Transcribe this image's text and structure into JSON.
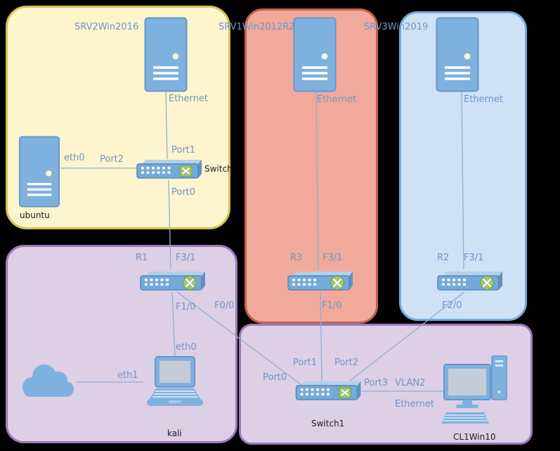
{
  "nodes": {
    "srv2": {
      "name": "SRV2Win2016",
      "iface_ethernet": "Ethernet"
    },
    "srv1": {
      "name": "SRV1Win2012R2",
      "iface_ethernet": "Ethernet"
    },
    "srv3": {
      "name": "SRV3Win2019",
      "iface_ethernet": "Ethernet"
    },
    "ubuntu": {
      "name": "ubuntu",
      "iface_eth0": "eth0"
    },
    "switch0": {
      "name": "Switch",
      "port0": "Port0",
      "port1": "Port1",
      "port2": "Port2"
    },
    "r1": {
      "name": "R1",
      "iface_f3_1": "F3/1",
      "iface_f1_0": "F1/0",
      "iface_f0_0": "F0/0"
    },
    "r3": {
      "name": "R3",
      "iface_f3_1": "F3/1",
      "iface_f1_0": "F1/0"
    },
    "r2": {
      "name": "R2",
      "iface_f3_1": "F3/1",
      "iface_f2_0": "F2/0"
    },
    "kali": {
      "name": "kali",
      "iface_eth0": "eth0",
      "iface_eth1": "eth1"
    },
    "switch1": {
      "name": "Switch1",
      "port0": "Port0",
      "port1": "Port1",
      "port2": "Port2",
      "port3": "Port3"
    },
    "cl1": {
      "name": "CL1Win10",
      "iface_vlan2": "VLAN2",
      "iface_ethernet": "Ethernet"
    }
  },
  "colors": {
    "background": "#000000",
    "zone_yellow_fill": "#fcf5cd",
    "zone_yellow_border": "#d9c050",
    "zone_red_fill": "#f0a99b",
    "zone_red_border": "#c3604c",
    "zone_blue_fill": "#cfe1f5",
    "zone_blue_border": "#78a9db",
    "zone_purple_fill": "#dccfe6",
    "zone_purple_border": "#9a7ab8",
    "device_blue": "#7fb1de",
    "device_blue_dark": "#6497cb",
    "device_green": "#9ec573",
    "screen_gray": "#c6ccd5",
    "label_blue": "#7394c6",
    "label_dark": "#202020",
    "link_line": "#8fafd2"
  }
}
